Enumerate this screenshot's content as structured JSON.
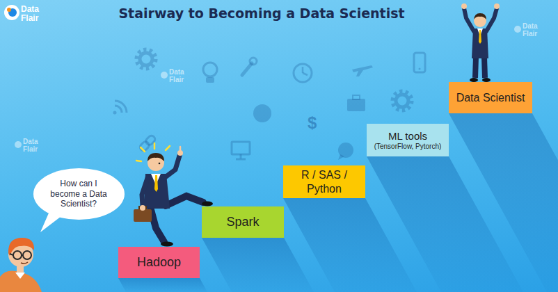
{
  "diagram": {
    "title": "Stairway to Becoming a Data Scientist",
    "nodes": [
      {
        "text": [
          "How can I become a Data Scientist?"
        ]
      },
      {
        "text": [
          "Hadoop"
        ]
      },
      {
        "text": [
          "Spark"
        ]
      },
      {
        "text": [
          "R / SAS / Python"
        ]
      },
      {
        "text": [
          "ML tools",
          "(TensorFlow, Pytorch)"
        ]
      },
      {
        "text": [
          "Data Scientist"
        ]
      }
    ],
    "labels": [
      "Data Flair",
      "Data Flair",
      "Data Flair",
      "Data Flair",
      "$"
    ]
  }
}
